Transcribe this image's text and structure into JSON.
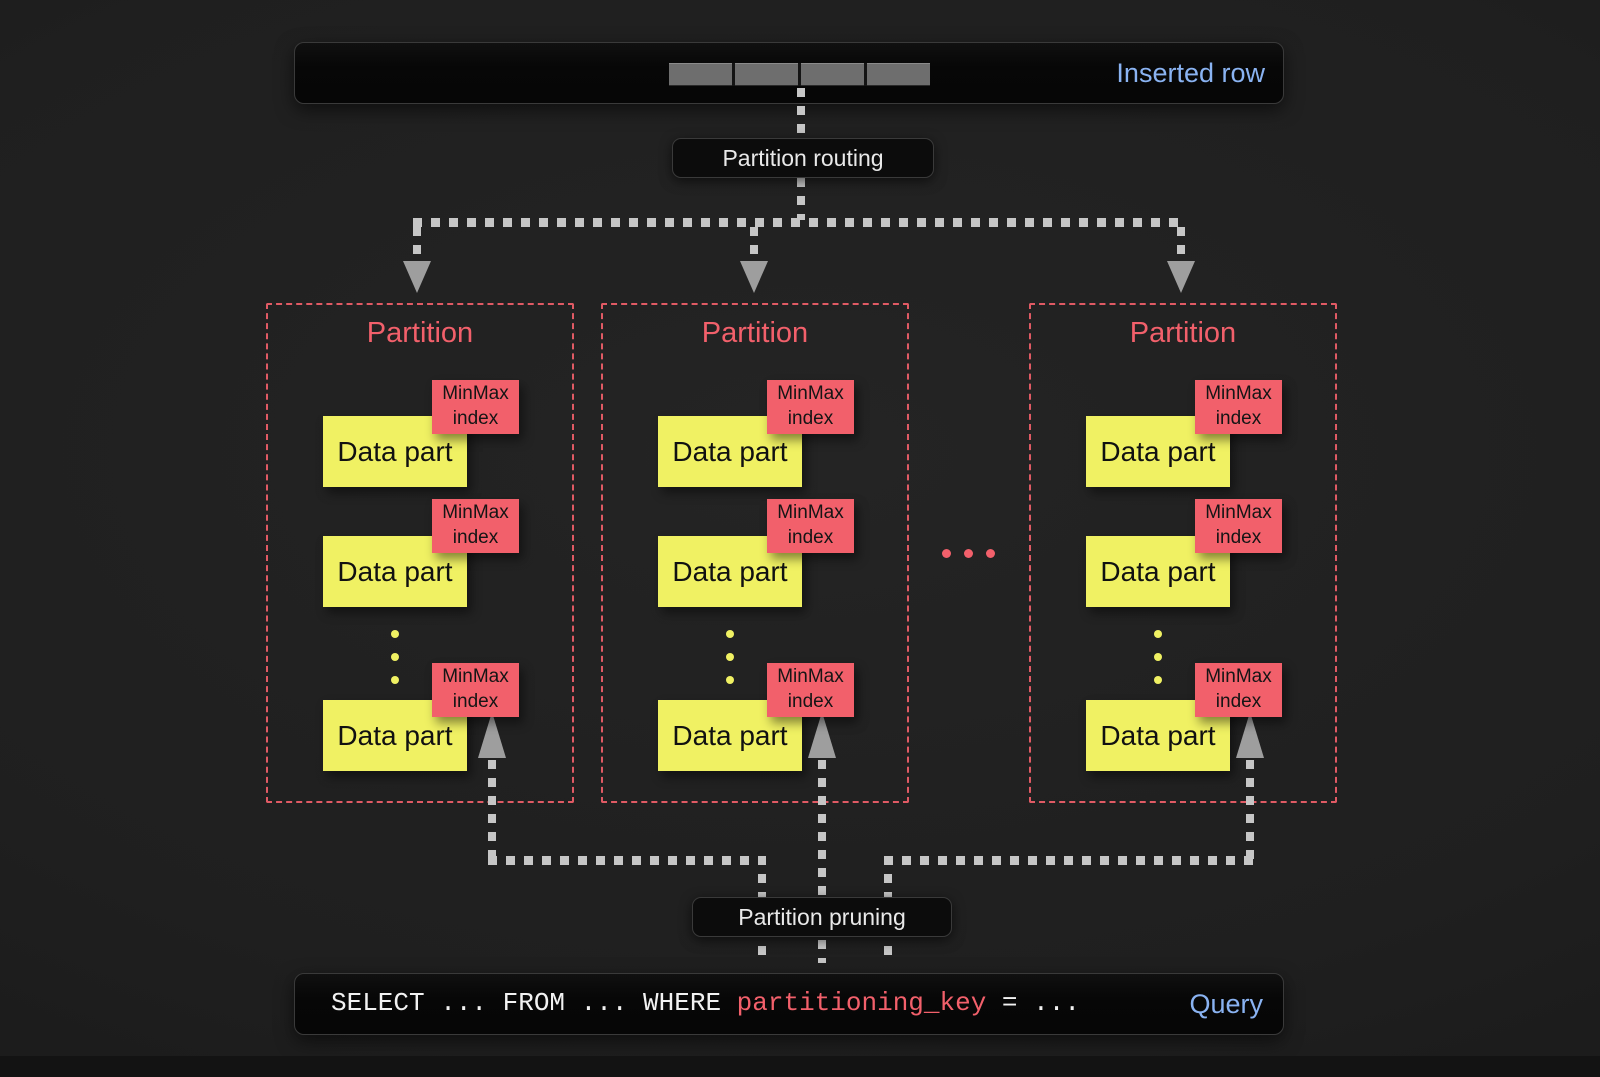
{
  "colors": {
    "accent_red": "#f2606b",
    "accent_yellow": "#f0f163",
    "accent_blue": "#8ab3f2",
    "line_gray": "#c6c6c6"
  },
  "inserted_row": {
    "label": "Inserted row",
    "cell_count": 4
  },
  "labels": {
    "partition_routing": "Partition routing",
    "partition_pruning": "Partition pruning",
    "data_part": "Data part",
    "minmax_line1": "MinMax",
    "minmax_line2": "index"
  },
  "partitions": [
    {
      "title": "Partition"
    },
    {
      "title": "Partition"
    },
    {
      "title": "Partition"
    }
  ],
  "query": {
    "select_prefix": "SELECT ... FROM ... WHERE ",
    "key": "partitioning_key",
    "suffix": " = ...",
    "label": "Query"
  }
}
